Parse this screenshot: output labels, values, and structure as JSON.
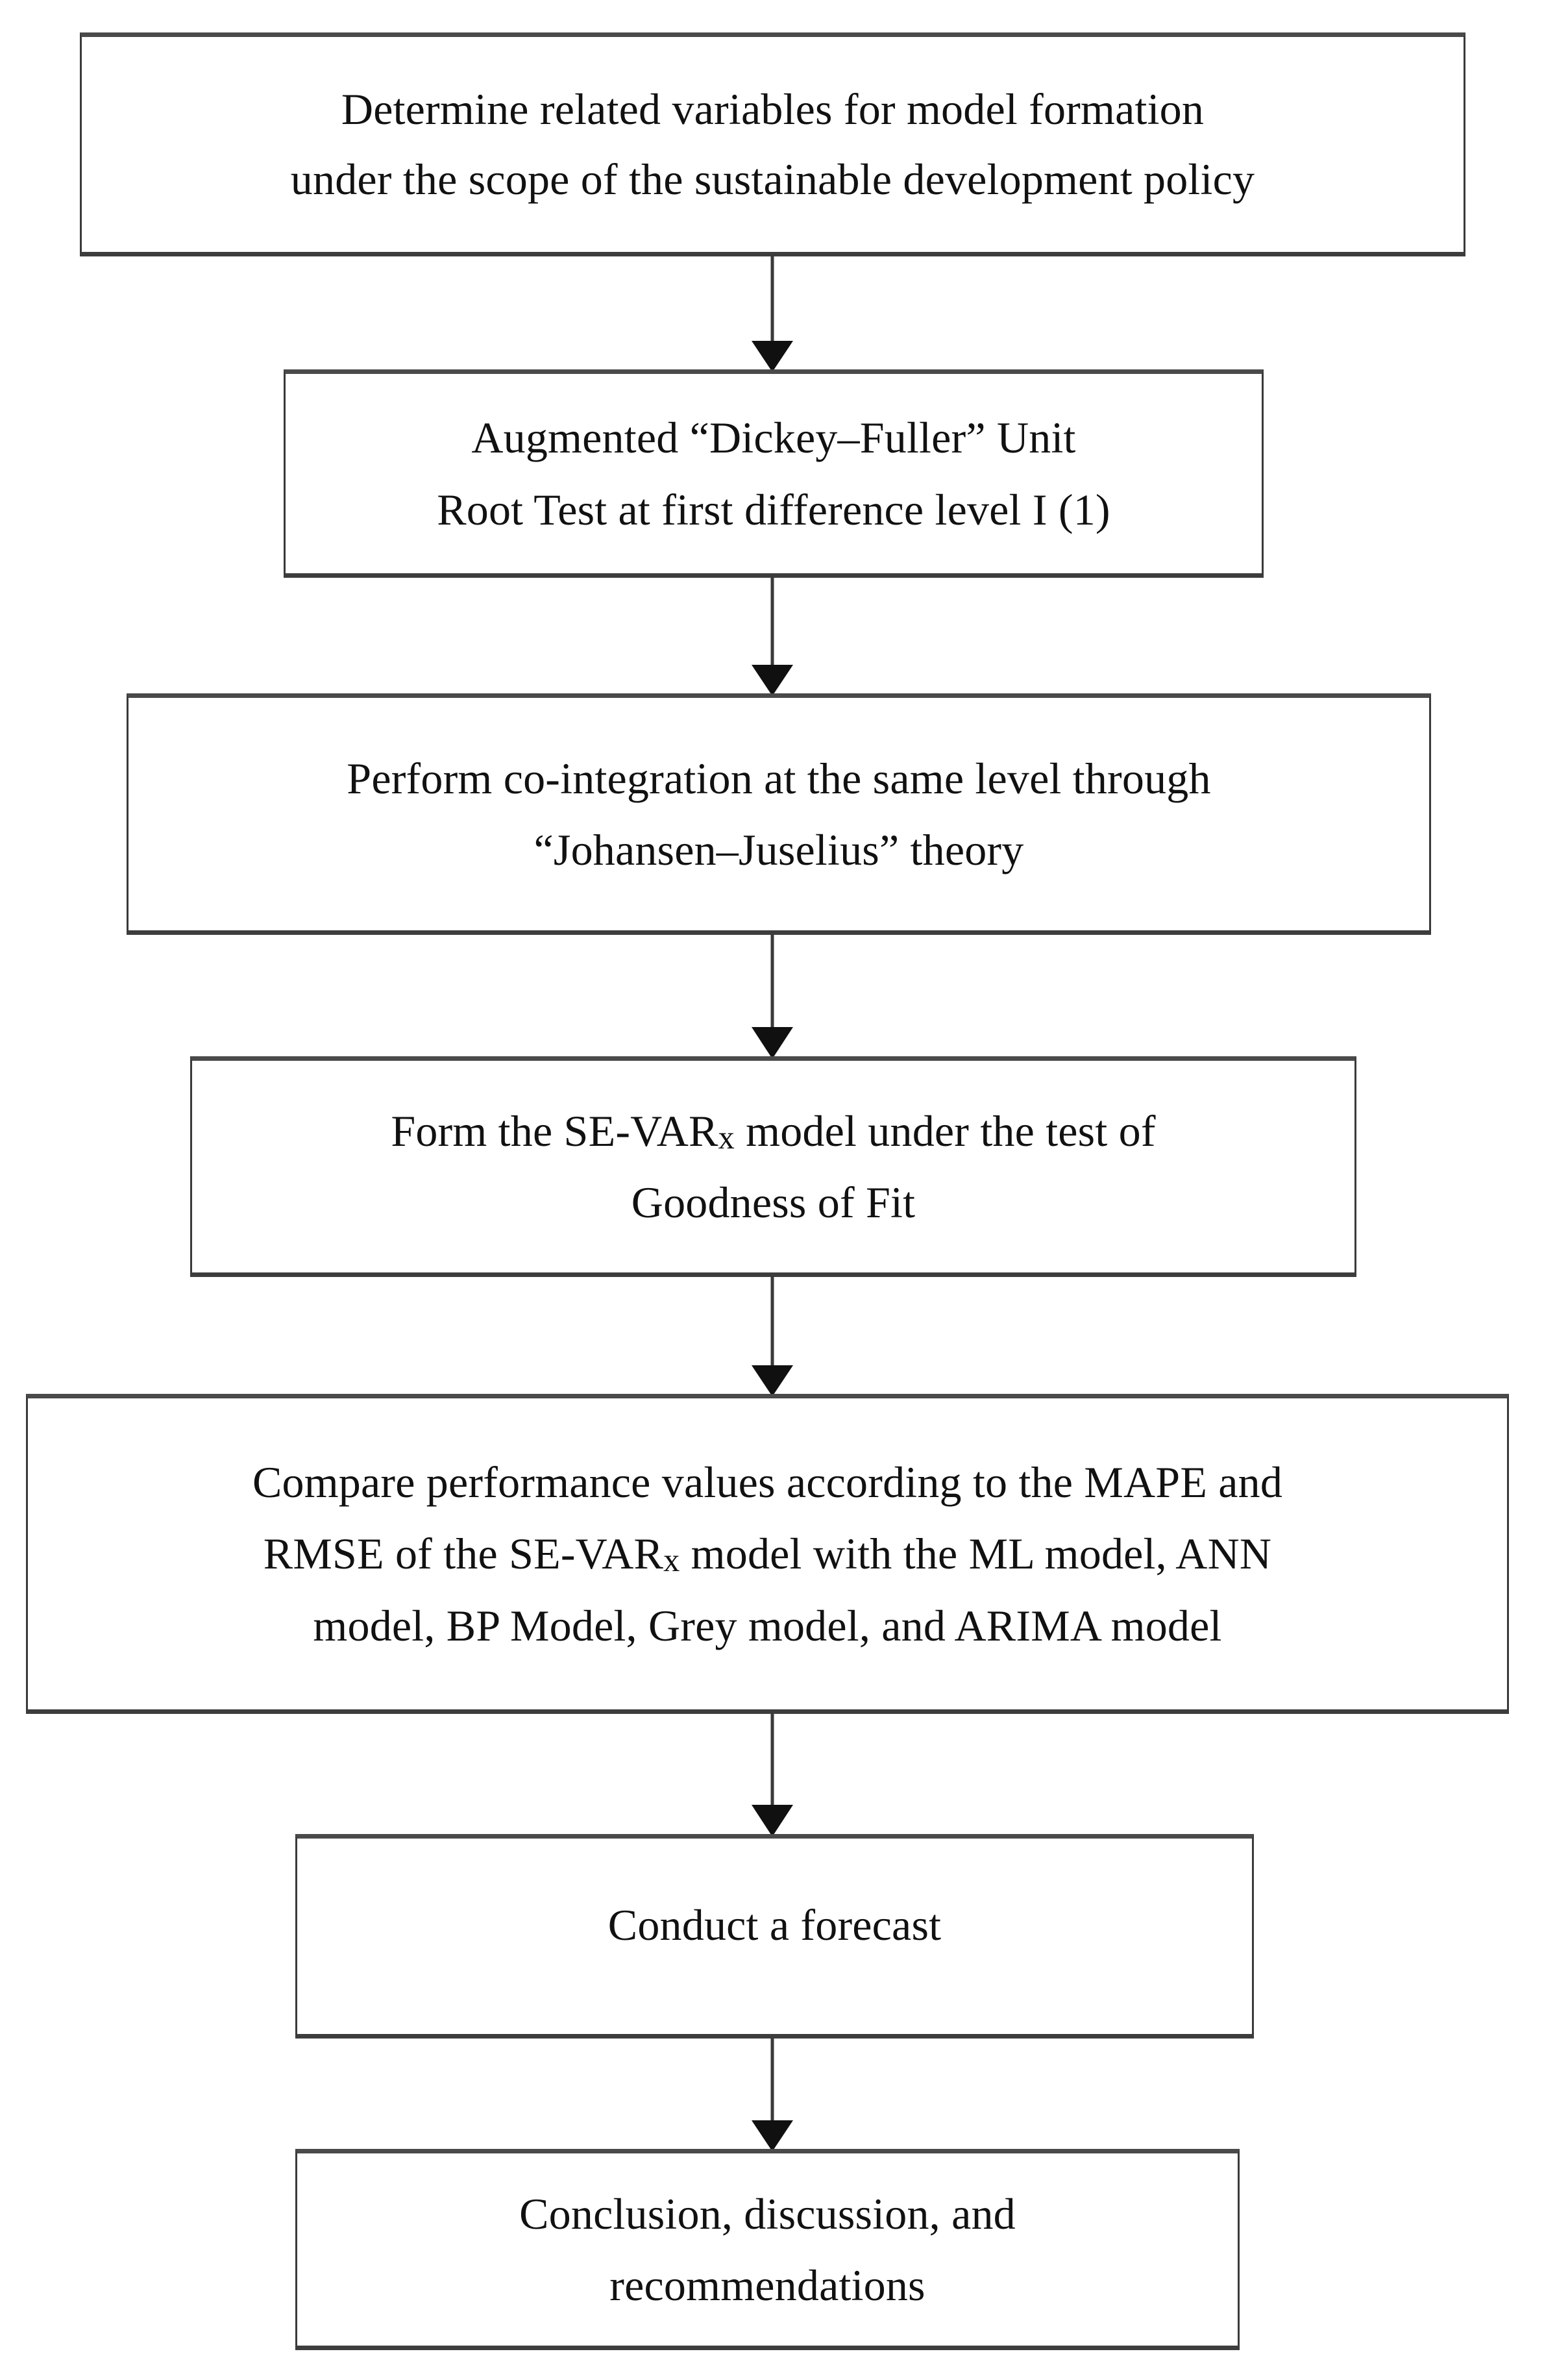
{
  "diagram": {
    "title": "Research methodology flowchart",
    "orientation": "top-to-bottom",
    "line_color": "#3a3a3a",
    "text_color": "#111111",
    "background_color": "#ffffff",
    "nodes": [
      {
        "id": "node-1",
        "shape": "rectangle",
        "text": "Determine related variables for model formation\nunder the scope of the sustainable development policy"
      },
      {
        "id": "node-2",
        "shape": "rectangle",
        "text": "Augmented “Dickey–Fuller” Unit\nRoot Test at first difference level I (1)"
      },
      {
        "id": "node-3",
        "shape": "rectangle",
        "text": "Perform co-integration at the same level through\n“Johansen–Juselius” theory"
      },
      {
        "id": "node-4",
        "shape": "rectangle",
        "line1_prefix": "Form the SE-VAR",
        "line1_sub": "x",
        "line1_suffix": " model under the test of",
        "line2": "Goodness of Fit"
      },
      {
        "id": "node-5",
        "shape": "rectangle",
        "line1": "Compare performance values according to the MAPE and",
        "line2_prefix": "RMSE of the SE-VAR",
        "line2_sub": "x",
        "line2_suffix": " model with the ML model, ANN",
        "line3": "model, BP Model, Grey model, and ARIMA model"
      },
      {
        "id": "node-6",
        "shape": "rectangle",
        "text": "Conduct a forecast"
      },
      {
        "id": "node-7",
        "shape": "rectangle",
        "text": "Conclusion, discussion, and\nrecommendations"
      }
    ],
    "connectors": [
      {
        "id": "conn-1-2",
        "from": "node-1",
        "to": "node-2",
        "type": "arrow-down"
      },
      {
        "id": "conn-2-3",
        "from": "node-2",
        "to": "node-3",
        "type": "arrow-down"
      },
      {
        "id": "conn-3-4",
        "from": "node-3",
        "to": "node-4",
        "type": "arrow-down"
      },
      {
        "id": "conn-4-5",
        "from": "node-4",
        "to": "node-5",
        "type": "arrow-down"
      },
      {
        "id": "conn-5-6",
        "from": "node-5",
        "to": "node-6",
        "type": "arrow-down"
      },
      {
        "id": "conn-6-7",
        "from": "node-6",
        "to": "node-7",
        "type": "arrow-down"
      }
    ]
  }
}
